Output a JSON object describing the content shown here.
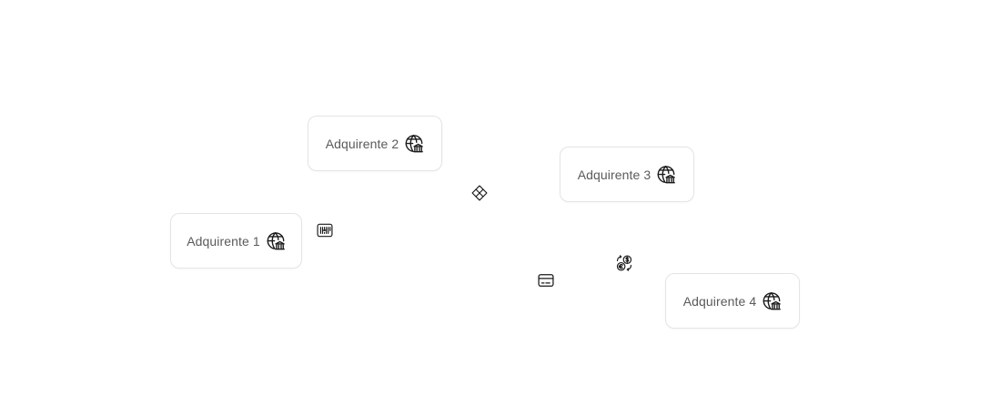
{
  "acquirers": [
    {
      "label": "Adquirente 1",
      "icon": "globe-bank-icon"
    },
    {
      "label": "Adquirente 2",
      "icon": "globe-bank-icon"
    },
    {
      "label": "Adquirente 3",
      "icon": "globe-bank-icon"
    },
    {
      "label": "Adquirente 4",
      "icon": "globe-bank-icon"
    }
  ],
  "payment_methods": [
    {
      "icon": "pix-icon"
    },
    {
      "icon": "barcode-icon"
    },
    {
      "icon": "credit-card-icon"
    },
    {
      "icon": "currency-exchange-icon"
    }
  ],
  "colors": {
    "background": "#ffffff",
    "card_border": "#e4e4e4",
    "label_text": "#5a5a5a",
    "icon_stroke": "#1a1a1a"
  }
}
